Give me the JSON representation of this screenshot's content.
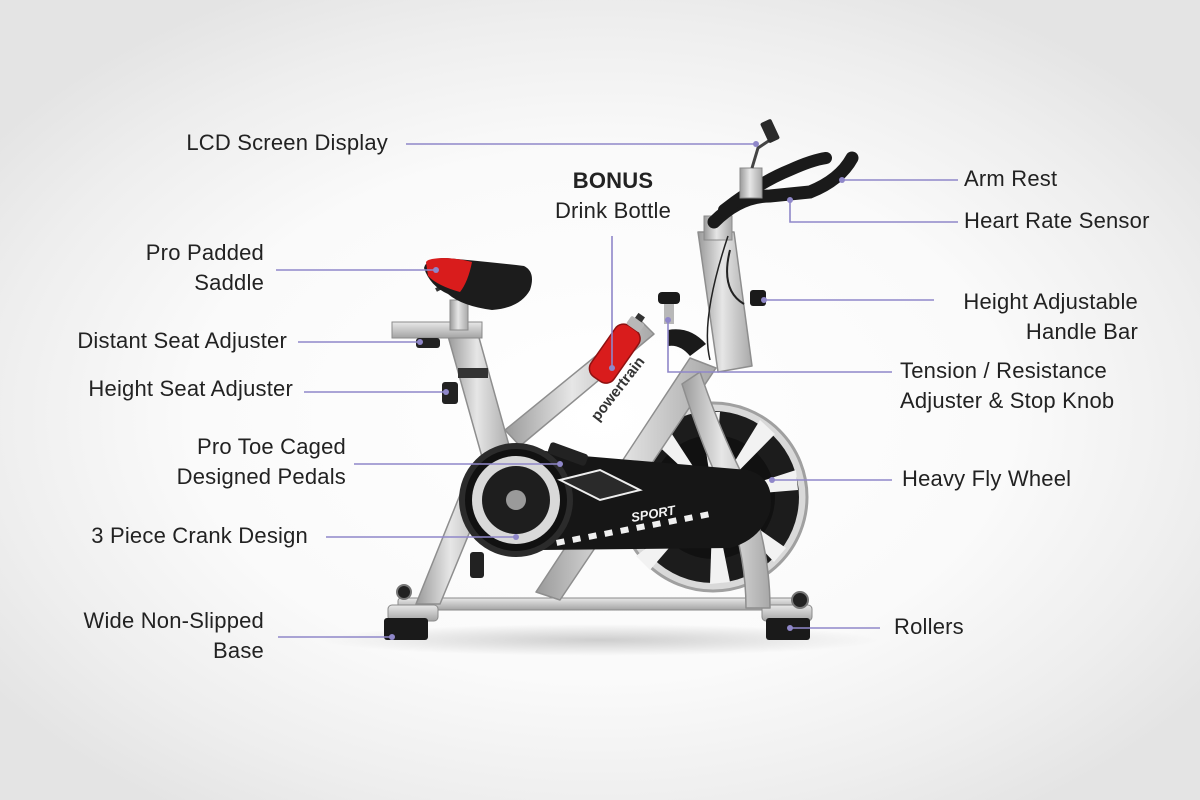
{
  "colors": {
    "leader_line": "#8f87c9",
    "frame_silver": "#c8c8c8",
    "accent_red": "#d91c1c",
    "tire_black": "#1a1a1a"
  },
  "frame_brand": "powertrain",
  "guard_badge": "SPORT",
  "labels": {
    "lcd": {
      "lines": [
        "LCD Screen Display"
      ]
    },
    "bonus": {
      "title": "BONUS",
      "lines": [
        "Drink Bottle"
      ]
    },
    "arm_rest": {
      "lines": [
        "Arm Rest"
      ]
    },
    "heart_rate": {
      "lines": [
        "Heart Rate Sensor"
      ]
    },
    "saddle": {
      "lines": [
        "Pro Padded",
        "Saddle"
      ]
    },
    "distant_seat": {
      "lines": [
        "Distant Seat Adjuster"
      ]
    },
    "height_seat": {
      "lines": [
        "Height Seat Adjuster"
      ]
    },
    "handle_bar": {
      "lines": [
        "Height Adjustable",
        "Handle Bar"
      ]
    },
    "tension": {
      "lines": [
        "Tension / Resistance",
        "Adjuster & Stop Knob"
      ]
    },
    "pedals": {
      "lines": [
        "Pro Toe Caged",
        "Designed Pedals"
      ]
    },
    "fly_wheel": {
      "lines": [
        "Heavy Fly Wheel"
      ]
    },
    "crank": {
      "lines": [
        "3 Piece Crank Design"
      ]
    },
    "base": {
      "lines": [
        "Wide Non-Slipped",
        "Base"
      ]
    },
    "rollers": {
      "lines": [
        "Rollers"
      ]
    }
  }
}
